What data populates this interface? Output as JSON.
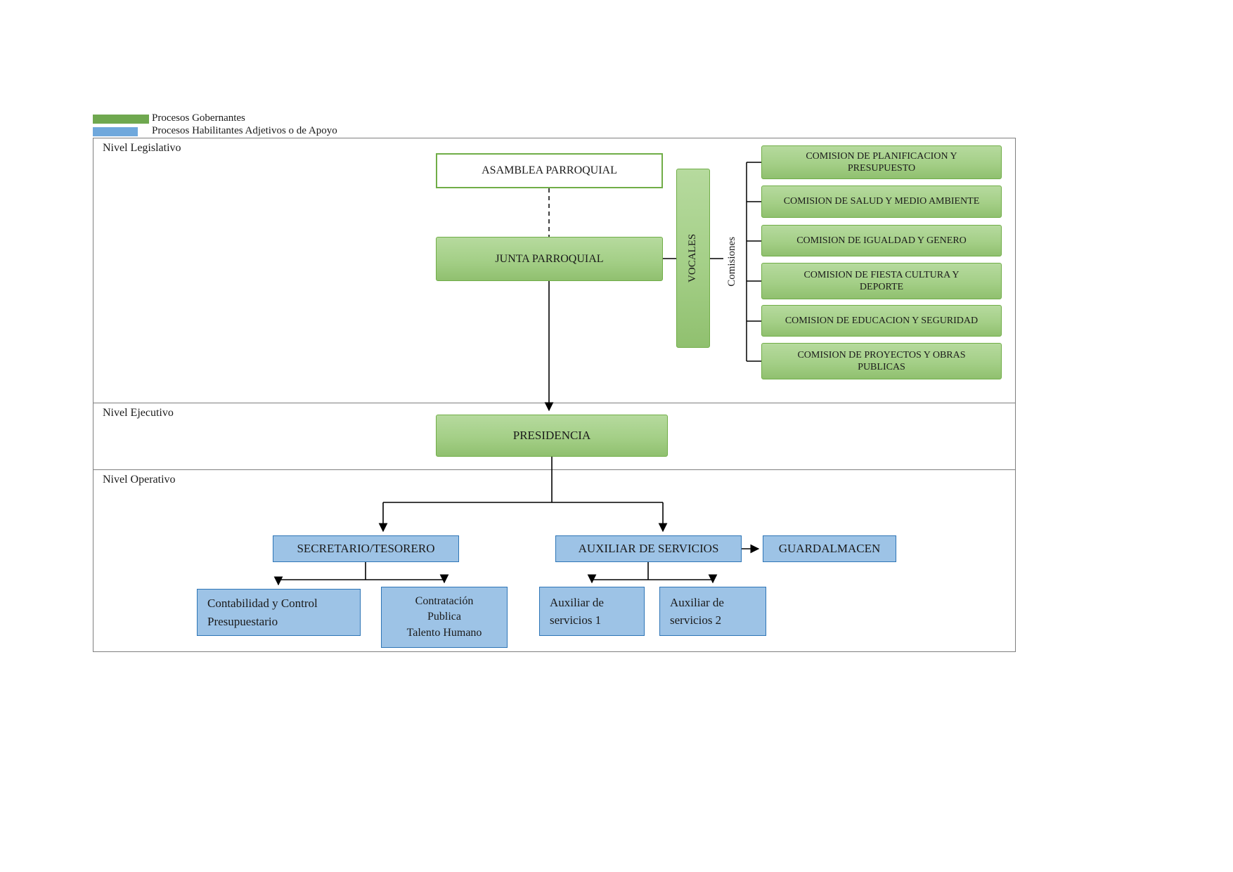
{
  "legend": {
    "items": [
      {
        "label": "Procesos Gobernantes",
        "color": "#6FA84F"
      },
      {
        "label": "Procesos Habilitantes Adjetivos o de Apoyo",
        "color": "#6FA8DC"
      }
    ]
  },
  "levels": {
    "legislativo": {
      "label": "Nivel Legislativo"
    },
    "ejecutivo": {
      "label": "Nivel Ejecutivo"
    },
    "operativo": {
      "label": "Nivel Operativo"
    }
  },
  "nodes": {
    "asamblea": {
      "label": "ASAMBLEA PARROQUIAL"
    },
    "junta": {
      "label": "JUNTA PARROQUIAL"
    },
    "vocales": {
      "label": "VOCALES"
    },
    "comisiones": {
      "label": "Comisiones"
    },
    "presidencia": {
      "label": "PRESIDENCIA"
    },
    "secretario_tesorero": {
      "label": "SECRETARIO/TESORERO"
    },
    "auxiliar_servicios": {
      "label": "AUXILIAR DE SERVICIOS"
    },
    "guardalmacen": {
      "label": "GUARDALMACEN"
    },
    "contabilidad": {
      "label": "Contabilidad y Control\nPresupuestario"
    },
    "contratacion": {
      "label": "Contratación\nPublica\nTalento Humano"
    },
    "auxiliar1": {
      "label": "Auxiliar de\nservicios 1"
    },
    "auxiliar2": {
      "label": "Auxiliar de\nservicios 2"
    }
  },
  "commissions": [
    "COMISION DE PLANIFICACION Y\nPRESUPUESTO",
    "COMISION DE SALUD Y MEDIO AMBIENTE",
    "COMISION DE IGUALDAD Y GENERO",
    "COMISION DE FIESTA CULTURA Y\nDEPORTE",
    "COMISION DE EDUCACION Y SEGURIDAD",
    "COMISION DE PROYECTOS Y OBRAS\nPUBLICAS"
  ],
  "colors": {
    "green_fill": "#A9D18E",
    "green_border": "#70AD47",
    "blue_fill": "#9DC3E6",
    "blue_border": "#2E75B6",
    "frame_border": "#7F7F7F",
    "connector": "#000000"
  }
}
